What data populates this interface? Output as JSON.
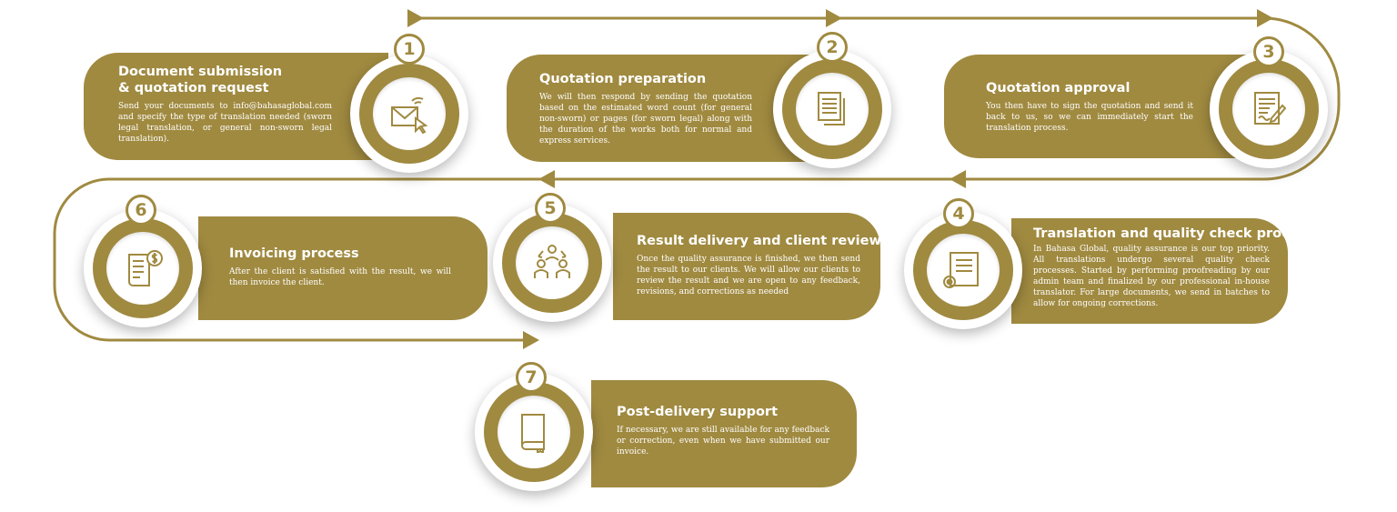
{
  "theme": {
    "accent": "#a08a40",
    "background": "#ffffff",
    "text_on_accent": "#ffffff"
  },
  "steps": [
    {
      "number": "1",
      "title_line1": "Document submission",
      "title_line2": "& quotation request",
      "body": "Send your documents to info@bahasaglobal.com and specify the type of translation needed (sworn legal translation, or general non-sworn legal translation).",
      "icon": "email-cursor-icon"
    },
    {
      "number": "2",
      "title": "Quotation preparation",
      "body": "We will then respond by sending the quotation based on the estimated word count (for general non-sworn) or pages (for sworn legal) along with the duration of the works both for normal and express services.",
      "icon": "documents-icon"
    },
    {
      "number": "3",
      "title": "Quotation approval",
      "body": "You then have to sign the quotation and send it back to us, so we can immediately start the translation process.",
      "icon": "sign-document-icon"
    },
    {
      "number": "4",
      "title": "Translation and quality check process",
      "body": "In Bahasa Global, quality assurance is our top priority. All translations undergo several quality check processes. Started by performing proofreading by our admin team and finalized by our professional in-house translator. For large documents, we send in batches to allow for ongoing corrections.",
      "icon": "certificate-icon"
    },
    {
      "number": "5",
      "title": "Result delivery and client review",
      "body": "Once the quality assurance is finished, we then send the result to our clients. We will allow our clients to review the result and we are open to any feedback, revisions, and corrections as needed",
      "icon": "team-exchange-icon"
    },
    {
      "number": "6",
      "title": "Invoicing process",
      "body": "After the client is satisfied with the result, we will then invoice the client.",
      "icon": "invoice-icon"
    },
    {
      "number": "7",
      "title": "Post-delivery support",
      "body": "If necessary, we are still available for any feedback or correction, even when we have submitted our invoice.",
      "icon": "book-icon"
    }
  ]
}
